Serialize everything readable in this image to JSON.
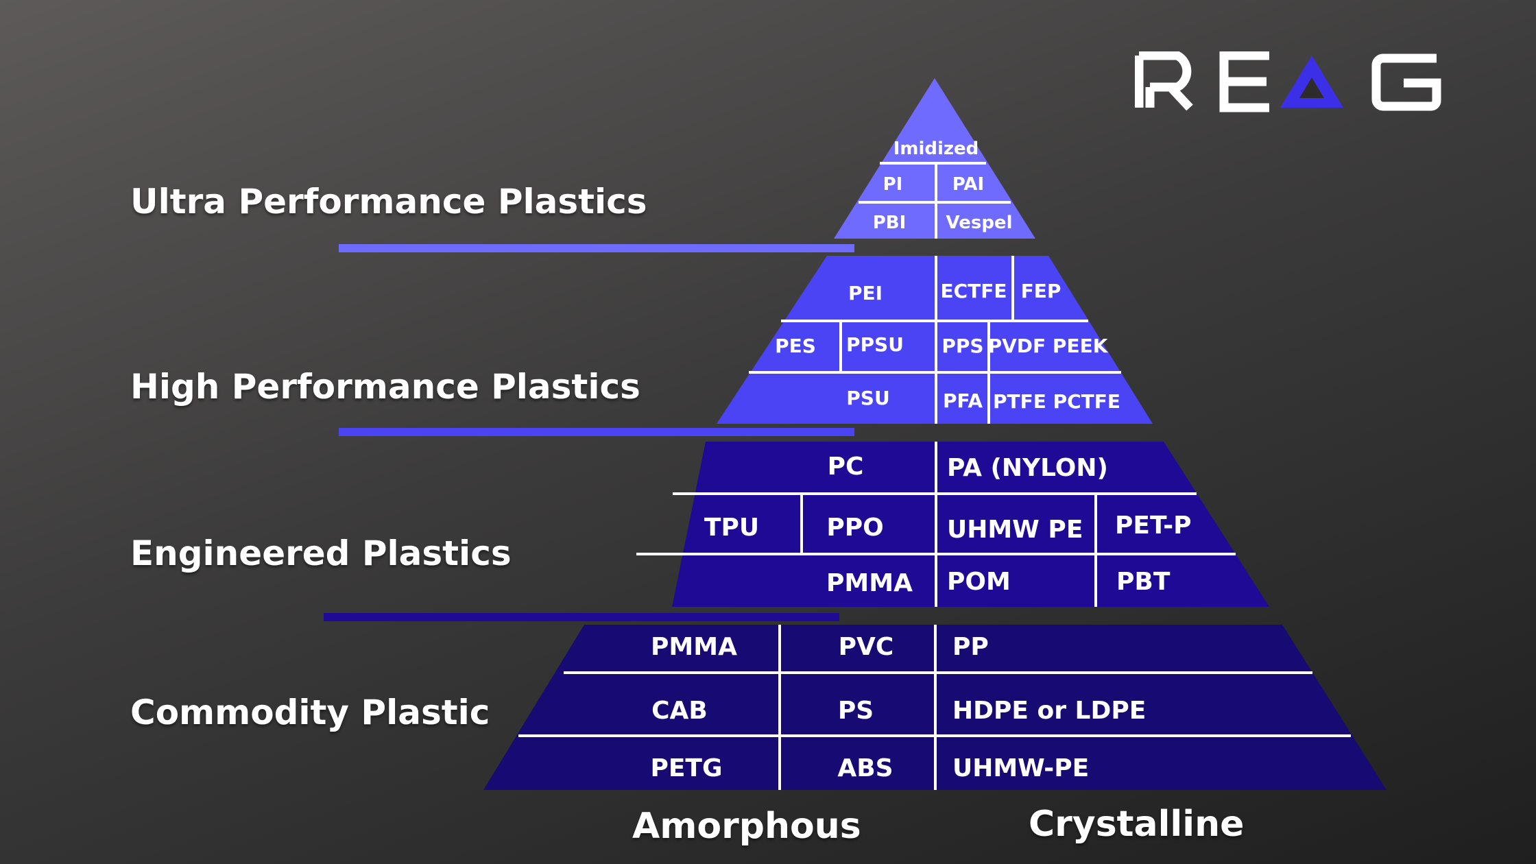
{
  "colors": {
    "ultra": "#6f6bff",
    "high": "#4a44f4",
    "engineered": "#1e0a94",
    "commodity": "#170a72",
    "divider": "#ffffff",
    "logo_text": "#ffffff",
    "logo_accent": "#3c2fe8"
  },
  "logo": {
    "letters": [
      "R",
      "E",
      "G"
    ]
  },
  "categories": {
    "ultra": "Ultra Performance Plastics",
    "high": "High Performance Plastics",
    "engineered": "Engineered Plastics",
    "commodity": "Commodity Plastic"
  },
  "axis": {
    "left": "Amorphous",
    "right": "Crystalline"
  },
  "ultra": {
    "imidized": "Imidized",
    "pi": "PI",
    "pai": "PAI",
    "pbi": "PBI",
    "vespel": "Vespel"
  },
  "high": {
    "pei": "PEI",
    "ectfe": "ECTFE",
    "fep": "FEP",
    "pes": "PES",
    "ppsu": "PPSU",
    "pps": "PPS",
    "pvdf_peek": "PVDF PEEK",
    "psu": "PSU",
    "pfa": "PFA",
    "ptfe_pctfe": "PTFE PCTFE"
  },
  "engineered": {
    "pc": "PC",
    "pa": "PA (NYLON)",
    "tpu": "TPU",
    "ppo": "PPO",
    "uhmw_pe": "UHMW PE",
    "pet_p": "PET-P",
    "pmma": "PMMA",
    "pom": "POM",
    "pbt": "PBT"
  },
  "commodity": {
    "pmma": "PMMA",
    "pvc": "PVC",
    "pp": "PP",
    "cab": "CAB",
    "ps": "PS",
    "hdpe_ldpe": "HDPE or LDPE",
    "petg": "PETG",
    "abs": "ABS",
    "uhmw_pe": "UHMW-PE"
  }
}
